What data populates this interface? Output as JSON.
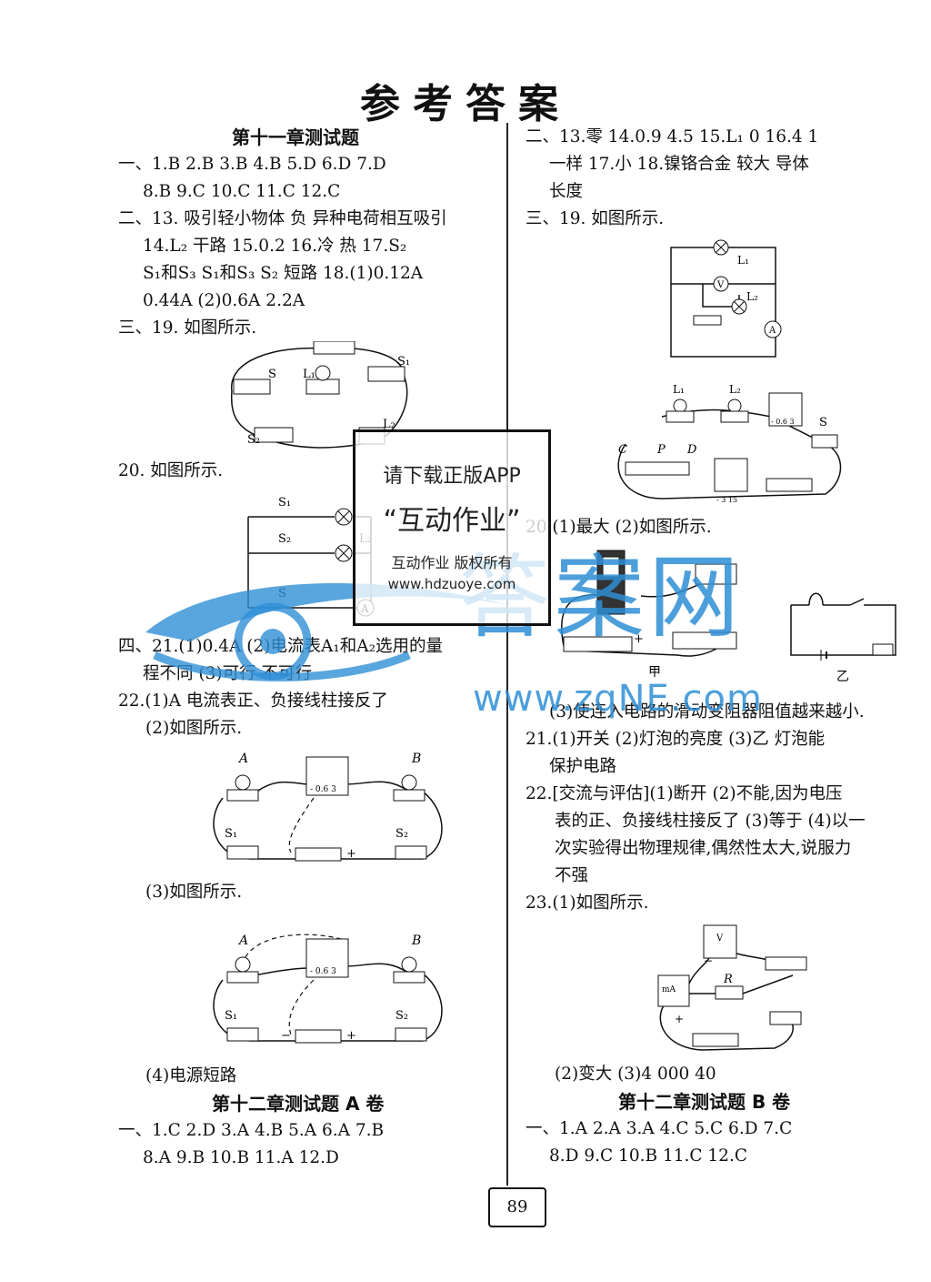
{
  "title": "参考答案",
  "page_number": "89",
  "left": {
    "chapter11_title": "第十一章测试题",
    "c11_mc_1": "一、1.B 2.B 3.B 4.B 5.D 6.D 7.D",
    "c11_mc_2": "8.B 9.C 10.C 11.C 12.C",
    "c11_fill_1": "二、13. 吸引轻小物体 负 异种电荷相互吸引",
    "c11_fill_2": "14.L₂ 干路 15.0.2 16.冷 热 17.S₂",
    "c11_fill_3": "S₁和S₃ S₁和S₃ S₂ 短路 18.(1)0.12A",
    "c11_fill_4": "0.44A (2)0.6A 2.2A",
    "c11_draw_19": "三、19. 如图所示.",
    "c11_draw_20": "20. 如图所示.",
    "c11_exp_21a": "四、21.(1)0.4A (2)电流表A₁和A₂选用的量",
    "c11_exp_21b": "程不同 (3)可行 不可行",
    "c11_exp_22a": "22.(1)A 电流表正、负接线柱接反了",
    "c11_exp_22b": "(2)如图所示.",
    "c11_exp_22c": "(3)如图所示.",
    "c11_exp_22d": "(4)电源短路",
    "chapter12a_title": "第十二章测试题 A 卷",
    "c12a_mc_1": "一、1.C 2.D 3.A 4.B 5.A 6.A 7.B",
    "c12a_mc_2": "8.A 9.B 10.B 11.A 12.D"
  },
  "right": {
    "r_fill_1": "二、13.零 14.0.9 4.5 15.L₁ 0 16.4 1",
    "r_fill_2": "一样 17.小 18.镍铬合金 较大 导体",
    "r_fill_3": "长度",
    "r_draw_19": "三、19. 如图所示.",
    "r_20": "20.(1)最大 (2)如图所示.",
    "r_20_3": "(3)使连入电路的滑动变阻器阻值越来越小.",
    "r_21a": "21.(1)开关 (2)灯泡的亮度 (3)乙 灯泡能",
    "r_21b": "保护电路",
    "r_22a": "22.[交流与评估](1)断开 (2)不能,因为电压",
    "r_22b": "表的正、负接线柱接反了 (3)等于 (4)以一",
    "r_22c": "次实验得出物理规律,偶然性太大,说服力",
    "r_22d": "不强",
    "r_23": "23.(1)如图所示.",
    "r_23b": "(2)变大 (3)4 000 40",
    "chapter12b_title": "第十二章测试题 B 卷",
    "c12b_mc_1": "一、1.A 2.A 3.A 4.C 5.C 6.D 7.C",
    "c12b_mc_2": "8.D 9.C 10.B 11.C 12.C"
  },
  "figure_labels": {
    "S": "S",
    "S1": "S₁",
    "S2": "S₂",
    "L1": "L₁",
    "L2": "L₂",
    "A": "A",
    "B": "B",
    "V": "V",
    "C": "C",
    "P": "P",
    "D": "D",
    "R": "R",
    "jia": "甲",
    "yi": "乙",
    "range06": "- 0.6 3",
    "range315": "- 3 15",
    "plus": "+",
    "minus": "−",
    "mA": "mA"
  },
  "watermark": {
    "line1": "请下载正版APP",
    "line2": "“互动作业”",
    "line3": "互动作业 版权所有",
    "line4": "www.hdzuoye.com",
    "site": "www.zqNE.com",
    "big": "答案网"
  },
  "colors": {
    "text": "#111111",
    "watermark_blue": "#2f8fd6"
  }
}
